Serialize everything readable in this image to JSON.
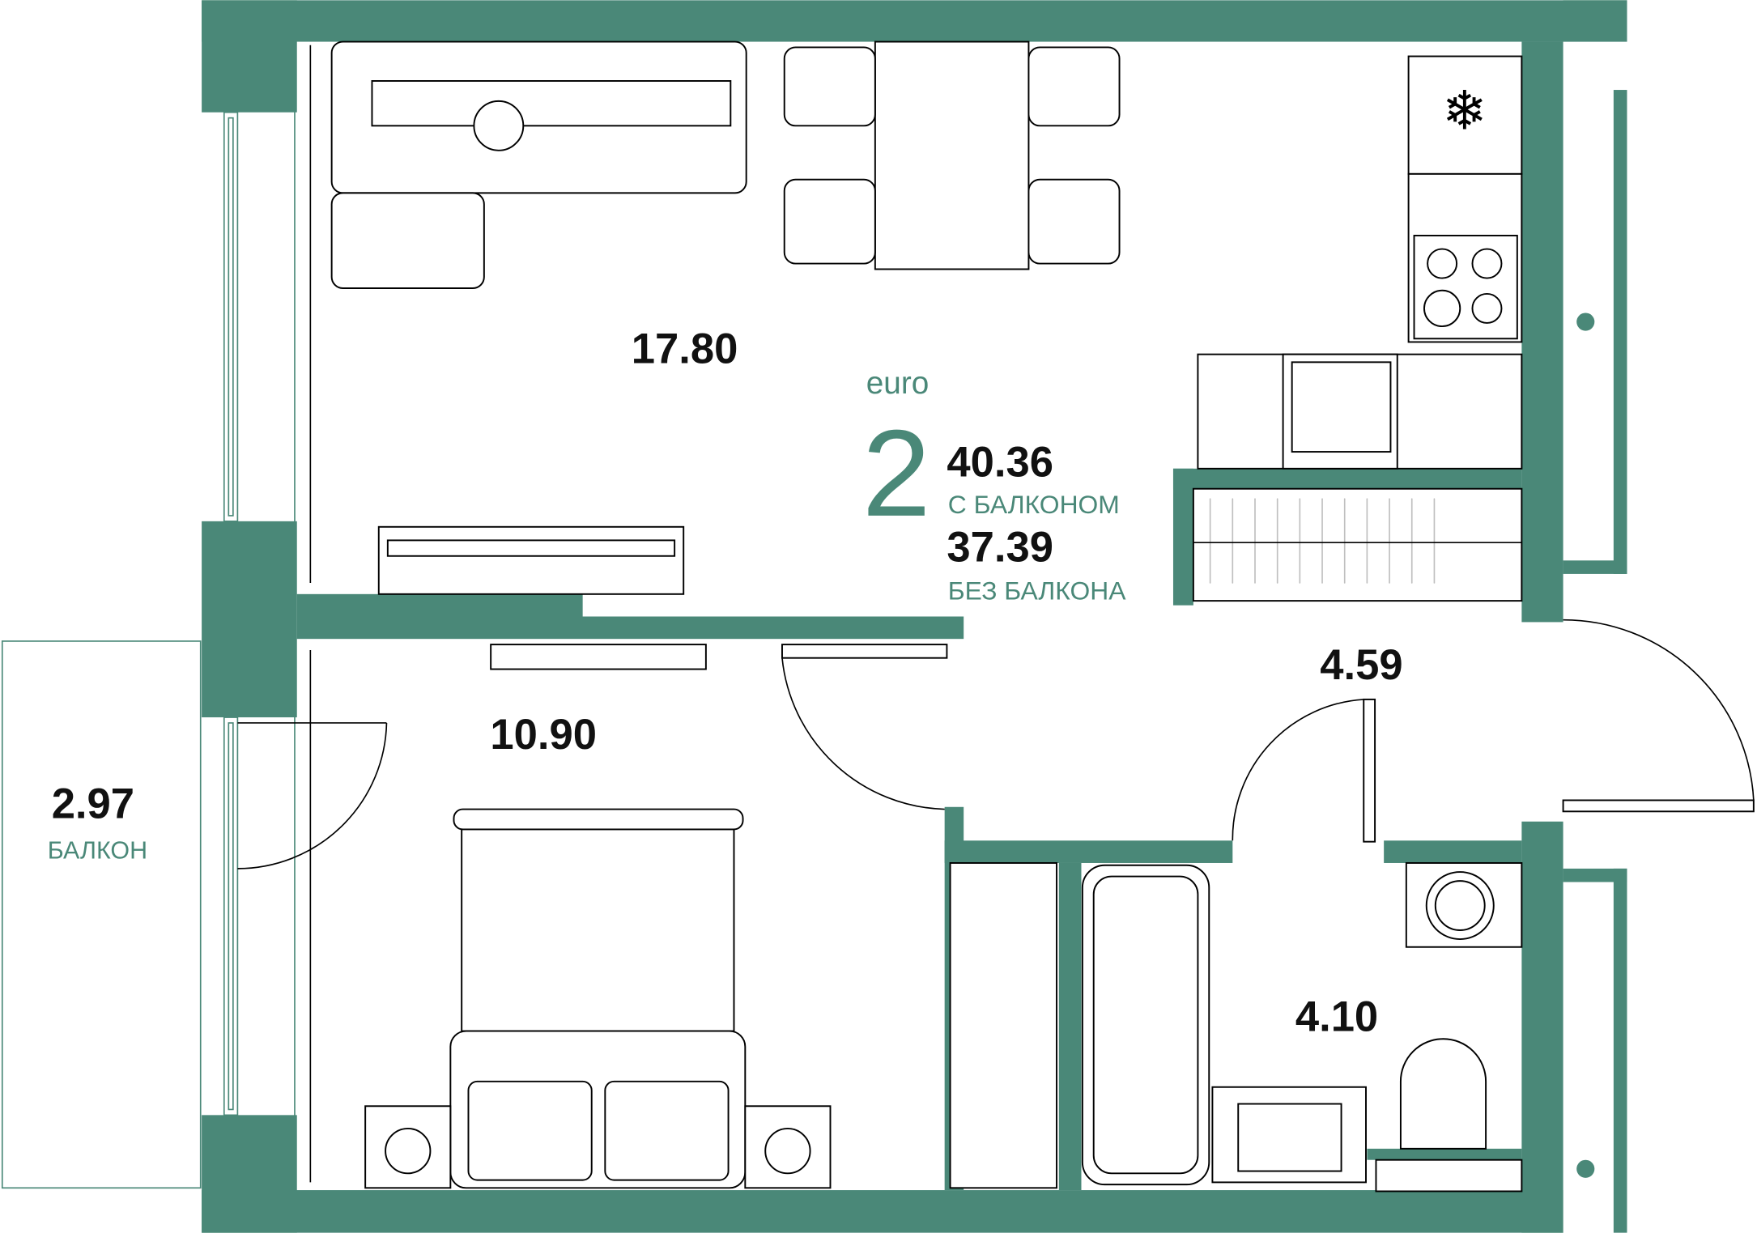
{
  "colors": {
    "wall": "#4a8878",
    "text": "#111111"
  },
  "summary": {
    "type_prefix": "euro",
    "rooms_count": "2",
    "area_with_balcony": "40.36",
    "with_balcony_label": "С БАЛКОНОМ",
    "area_without_balcony": "37.39",
    "without_balcony_label": "БЕЗ БАЛКОНА"
  },
  "rooms": {
    "living_kitchen": "17.80",
    "bedroom": "10.90",
    "hallway": "4.59",
    "bathroom": "4.10",
    "balcony_area": "2.97",
    "balcony_label": "БАЛКОН"
  }
}
